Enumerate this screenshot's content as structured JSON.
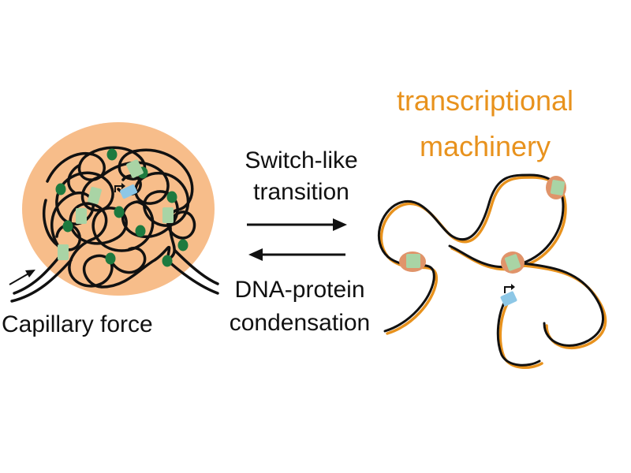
{
  "labels": {
    "machinery_line1": "transcriptional",
    "machinery_line2": "machinery",
    "forward_line1": "Switch-like",
    "forward_line2": "transition",
    "reverse_line1": "DNA-protein",
    "reverse_line2": "condensation",
    "force": "Capillary force"
  },
  "colors": {
    "condensate": "#f7bd8a",
    "dna": "#111111",
    "dna_shadow": "#e8921d",
    "protein_dot": "#1d7a3f",
    "binding_site": "#a9d4a5",
    "promoter": "#8dc7e6",
    "cluster": "#e0946a",
    "heading": "#e8921d"
  }
}
